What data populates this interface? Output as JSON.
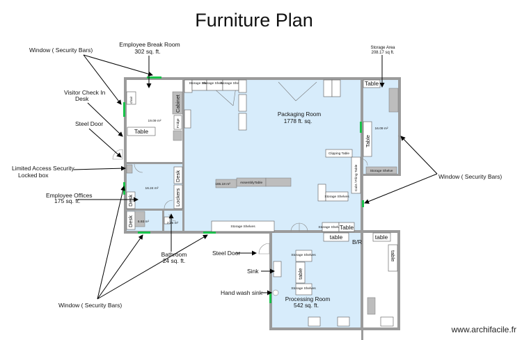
{
  "title": "Furniture Plan",
  "watermark": "www.archifacile.fr",
  "callouts": {
    "window_security_bars": "Window  ( Security Bars)",
    "employee_break_room": "Employee Break Room",
    "employee_break_room_area": "302 sq. ft.",
    "visitor_check_in_line1": "Visitor Check In",
    "visitor_check_in_line2": "Desk",
    "steel_door": "Steel Door",
    "limited_access_line1": "Limited Access Security",
    "limited_access_line2": "Locked box",
    "employee_offices": "Employee Offices",
    "employee_offices_area": "175 sq. ft.",
    "bathroom": "Bathroom",
    "bathroom_area": "24 sq. ft.",
    "sink": "Sink",
    "hand_wash_sink": "Hand wash sink",
    "storage_area": "Storage Area",
    "storage_area_size": "208.17 sq ft."
  },
  "rooms": {
    "packaging_room": "Packaging Room",
    "packaging_room_area": "1778 ft. sq.",
    "processing_room": "Processing Room",
    "processing_room_area": "542 sq. ft.",
    "bathroom_code": "B/R"
  },
  "furniture": {
    "table": "Table",
    "table_lower": "table",
    "chair": "chair",
    "cabinet": "Cabinet",
    "fridge": "Fridge",
    "sink": "sink",
    "desk": "Desk",
    "lockers": "Lockers",
    "storage_shelf": "Storage Shelf",
    "storage_shelves": "Storage Shelves",
    "assembly_table": "AssemblyTable",
    "clipping_table": "Clipping Table",
    "cabinet_filing_table": "Cabt / Filing Table",
    "storage_shelve": "Storage Shelve"
  },
  "dimension_notes": {
    "break_room": "19.09 m²",
    "storage_area": "16.09 m²",
    "offices": "16.24 m²",
    "packaging": "165.18 m²",
    "bathroom": "2.25 m²",
    "hall": "6.93 m²"
  },
  "colors": {
    "wall": "#9b9b9b",
    "floor": "#d7ecfb",
    "window": "#19c24a"
  }
}
